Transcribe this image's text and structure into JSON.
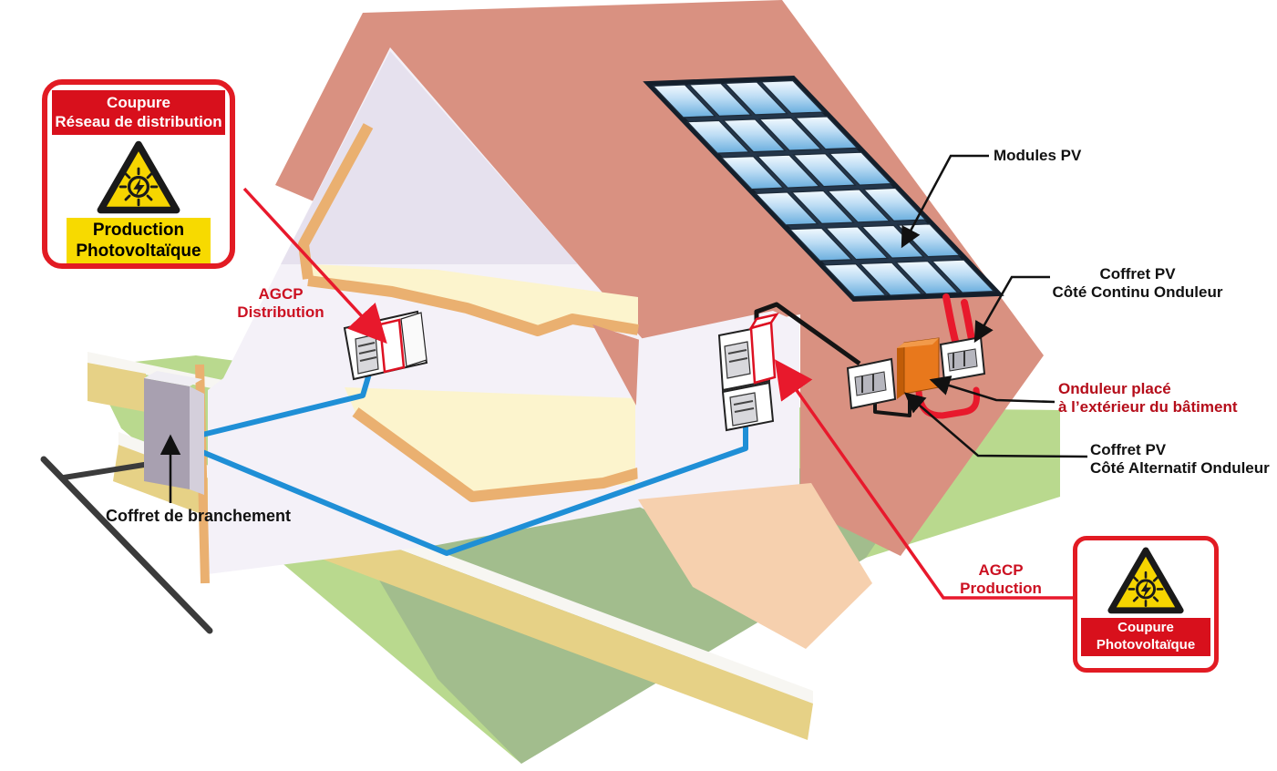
{
  "diagram": {
    "signs": {
      "coupure_distribution": {
        "banner_line1": "Coupure",
        "banner_line2": "Réseau de distribution",
        "caption_line1": "Production",
        "caption_line2": "Photovoltaïque"
      },
      "coupure_photovoltaique": {
        "banner_line1": "Coupure",
        "banner_line2": "Photovoltaïque"
      }
    },
    "labels": {
      "agcp_distribution_line1": "AGCP",
      "agcp_distribution_line2": "Distribution",
      "agcp_production_line1": "AGCP",
      "agcp_production_line2": "Production",
      "modules_pv": "Modules PV",
      "coffret_branchement": "Coffret de branchement",
      "coffret_continu_line1": "Coffret PV",
      "coffret_continu_line2": "Côté Continu Onduleur",
      "coffret_alternatif_line1": "Coffret PV",
      "coffret_alternatif_line2": "Côté Alternatif Onduleur",
      "onduleur_line1": "Onduleur placé",
      "onduleur_line2": "à l’extérieur du bâtiment"
    },
    "solar_array": {
      "rows": 6,
      "cols": 4
    },
    "colors": {
      "sign_border_red": "#e21b23",
      "banner_red": "#d8101c",
      "warning_yellow": "#f6d500",
      "label_red": "#cc1122",
      "onduleur_label_red": "#b50d1a",
      "cable_blue": "#1f8fd6",
      "cable_red": "#e8192c",
      "roof_salmon": "#d99181",
      "lawn_green": "#b9d98e",
      "garden_wall_tan": "#e6d186",
      "inverter_orange": "#e8781c"
    }
  }
}
